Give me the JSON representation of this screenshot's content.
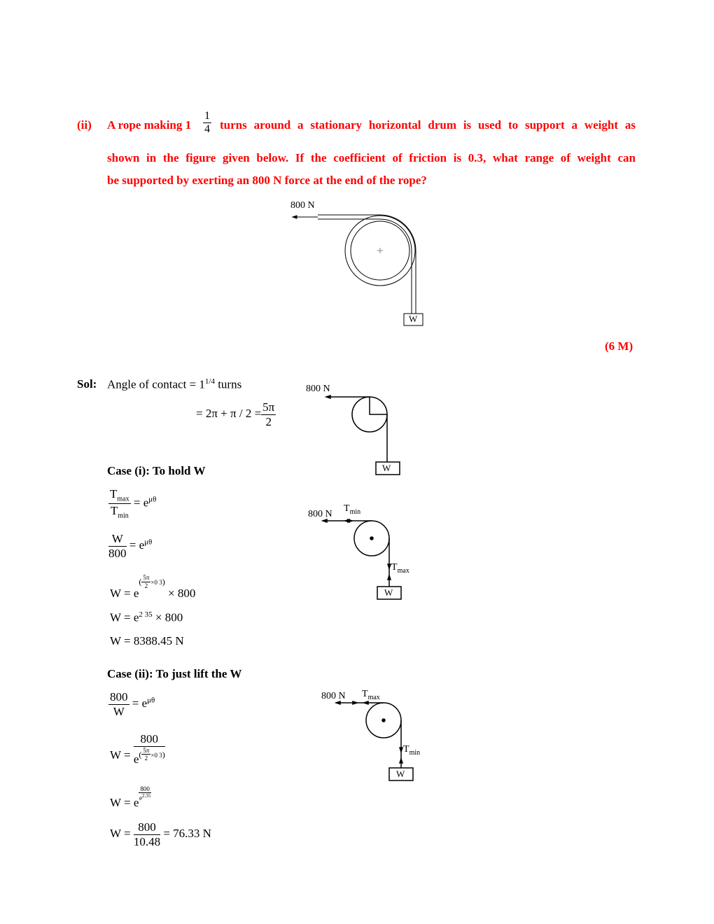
{
  "question": {
    "number": "(ii)",
    "line1_a": "A rope making 1",
    "frac_num": "1",
    "frac_den": "4",
    "line1_b": "turns around a stationary horizontal drum is used to support a weight as",
    "line2": "shown in the figure given below. If the coefficient of friction is 0.3, what range of weight can",
    "line3": "be supported by exerting an 800 N force at the end of the rope?",
    "marks": "(6 M)",
    "figure": {
      "force_label": "800 N",
      "weight_label": "W"
    }
  },
  "solution": {
    "label": "Sol:",
    "angle_text": "Angle of contact = 1",
    "angle_sup": "1/4",
    "angle_unit": "turns",
    "angle_eq": "= 2π + π / 2 =",
    "angle_num": "5π",
    "angle_den": "2",
    "case1": {
      "title": "Case (i): To hold W",
      "eq1_num": "T",
      "eq1_num_sub": "max",
      "eq1_den": "T",
      "eq1_den_sub": "min",
      "eq1_rhs": "= e",
      "eq_exp": "μθ",
      "eq2_num": "W",
      "eq2_den": "800",
      "eq2_rhs": "= e",
      "eq3_lhs": "W = e",
      "eq3_exp_num": "5π",
      "eq3_exp_den": "2",
      "eq3_exp_tail": "×0 3",
      "eq3_tail": "× 800",
      "eq4_lhs": "W = e",
      "eq4_exp": "2 35",
      "eq4_tail": "× 800",
      "eq5": "W = 8388.45 N"
    },
    "case2": {
      "title": "Case (ii):  To just lift the W",
      "eq1_num": "800",
      "eq1_den": "W",
      "eq1_rhs": "= e",
      "eq_exp": "μθ",
      "eq2_lhs": "W =",
      "eq2_num": "800",
      "eq2_den_base": "e",
      "eq2_exp_num": "5π",
      "eq2_exp_den": "2",
      "eq2_exp_tail": "×0 3",
      "eq3_lhs": "W = e",
      "eq3_exp_num": "800",
      "eq3_exp_den": "e",
      "eq3_exp_den_sup": "2.35",
      "eq4_lhs": "W =",
      "eq4_num": "800",
      "eq4_den": "10.48",
      "eq4_rhs": "= 76.33 N"
    },
    "diagrams": {
      "force": "800 N",
      "w": "W",
      "tmin": "T",
      "tmin_sub": "min",
      "tmax": "T",
      "tmax_sub": "max"
    }
  },
  "colors": {
    "question": "#ff0000"
  }
}
